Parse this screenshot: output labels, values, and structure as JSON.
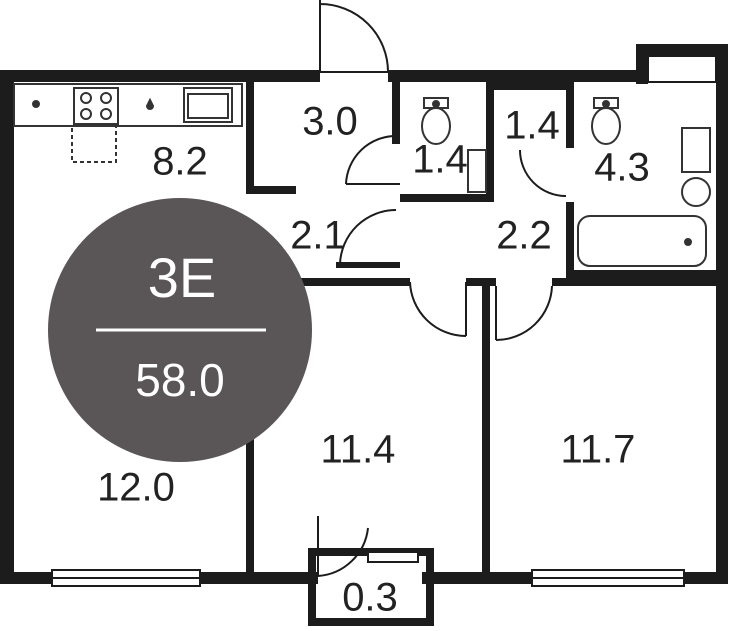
{
  "apartment": {
    "type_code": "3E",
    "total_area": "58.0"
  },
  "rooms": {
    "kitchen": "8.2",
    "entry_hall": "3.0",
    "wc_1": "1.4",
    "wc_2": "1.4",
    "bathroom": "4.3",
    "corridor_left": "2.1",
    "corridor_right": "2.2",
    "living_room": "12.0",
    "bedroom_middle": "11.4",
    "bedroom_right": "11.7",
    "balcony": "0.3"
  },
  "colors": {
    "wall": "#1c1c1c",
    "badge": "#5a5556",
    "label": "#222222",
    "fixture": "#333333"
  }
}
